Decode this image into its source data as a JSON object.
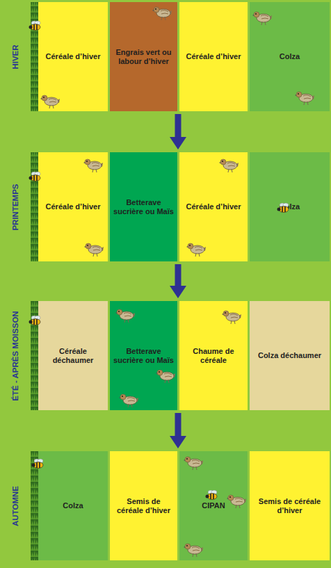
{
  "diagram": {
    "nodes": [
      {
        "text": [
          "HIVER"
        ]
      },
      {
        "text": [
          "Céréale d’hiver"
        ],
        "in": 0
      },
      {
        "text": [
          "Engrais vert ou labour d’hiver"
        ],
        "in": 0
      },
      {
        "text": [
          "Céréale d’hiver"
        ],
        "in": 0
      },
      {
        "text": [
          "Colza"
        ],
        "in": 0
      },
      {
        "text": [
          "PRINTEMPS"
        ]
      },
      {
        "text": [
          "Céréale d’hiver"
        ],
        "in": 5
      },
      {
        "text": [
          "Betterave sucrière ou Maïs"
        ],
        "in": 5
      },
      {
        "text": [
          "Céréale d’hiver"
        ],
        "in": 5
      },
      {
        "text": [
          "Colza"
        ],
        "in": 5
      },
      {
        "text": [
          "ÉTÉ - APRÈS MOISSON"
        ]
      },
      {
        "text": [
          "Céréale déchaumer"
        ],
        "in": 10
      },
      {
        "text": [
          "Betterave sucrière ou Maïs"
        ],
        "in": 10
      },
      {
        "text": [
          "Chaume de céréale"
        ],
        "in": 10
      },
      {
        "text": [
          "Colza déchaumer"
        ],
        "in": 10
      },
      {
        "text": [
          "AUTOMNE"
        ]
      },
      {
        "text": [
          "Colza"
        ],
        "in": 15
      },
      {
        "text": [
          "Semis de céréale d’hiver"
        ],
        "in": 15
      },
      {
        "text": [
          "CIPAN"
        ],
        "in": 15
      },
      {
        "text": [
          "Semis de céréale d’hiver"
        ],
        "in": 15
      }
    ],
    "edges": [
      {
        "from": 0,
        "to": 5,
        "arrow": "to"
      },
      {
        "from": 5,
        "to": 10,
        "arrow": "to"
      },
      {
        "from": 10,
        "to": 15,
        "arrow": "to"
      }
    ]
  }
}
